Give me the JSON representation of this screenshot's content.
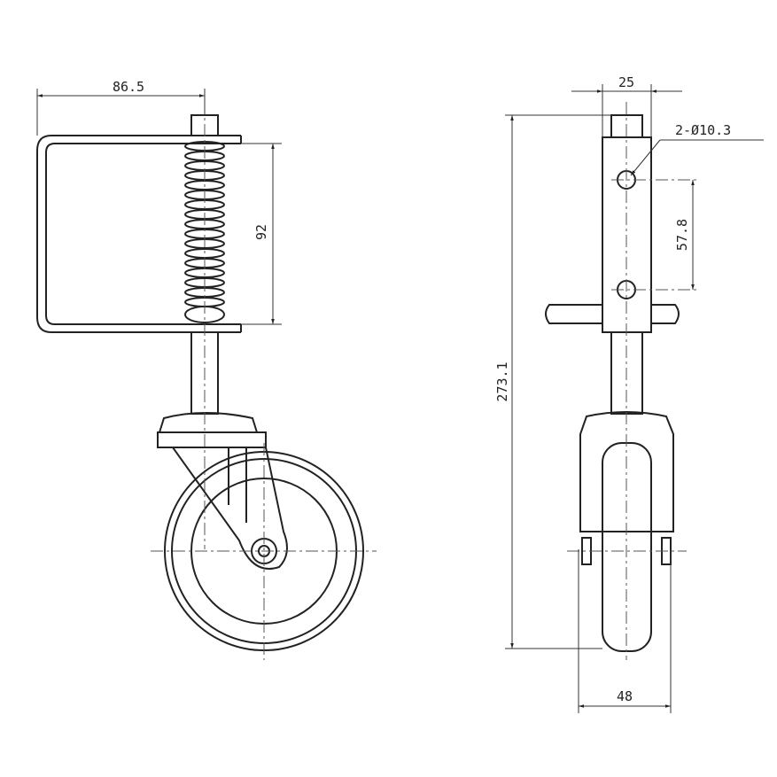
{
  "drawing": {
    "side_view": {
      "dimensions": {
        "bracket_width": "86.5",
        "spring_height": "92"
      }
    },
    "front_view": {
      "dimensions": {
        "pin_width": "25",
        "holes": "2-Ø10.3",
        "hole_spacing": "57.8",
        "total_height": "273.1",
        "wheel_width": "48"
      }
    }
  }
}
